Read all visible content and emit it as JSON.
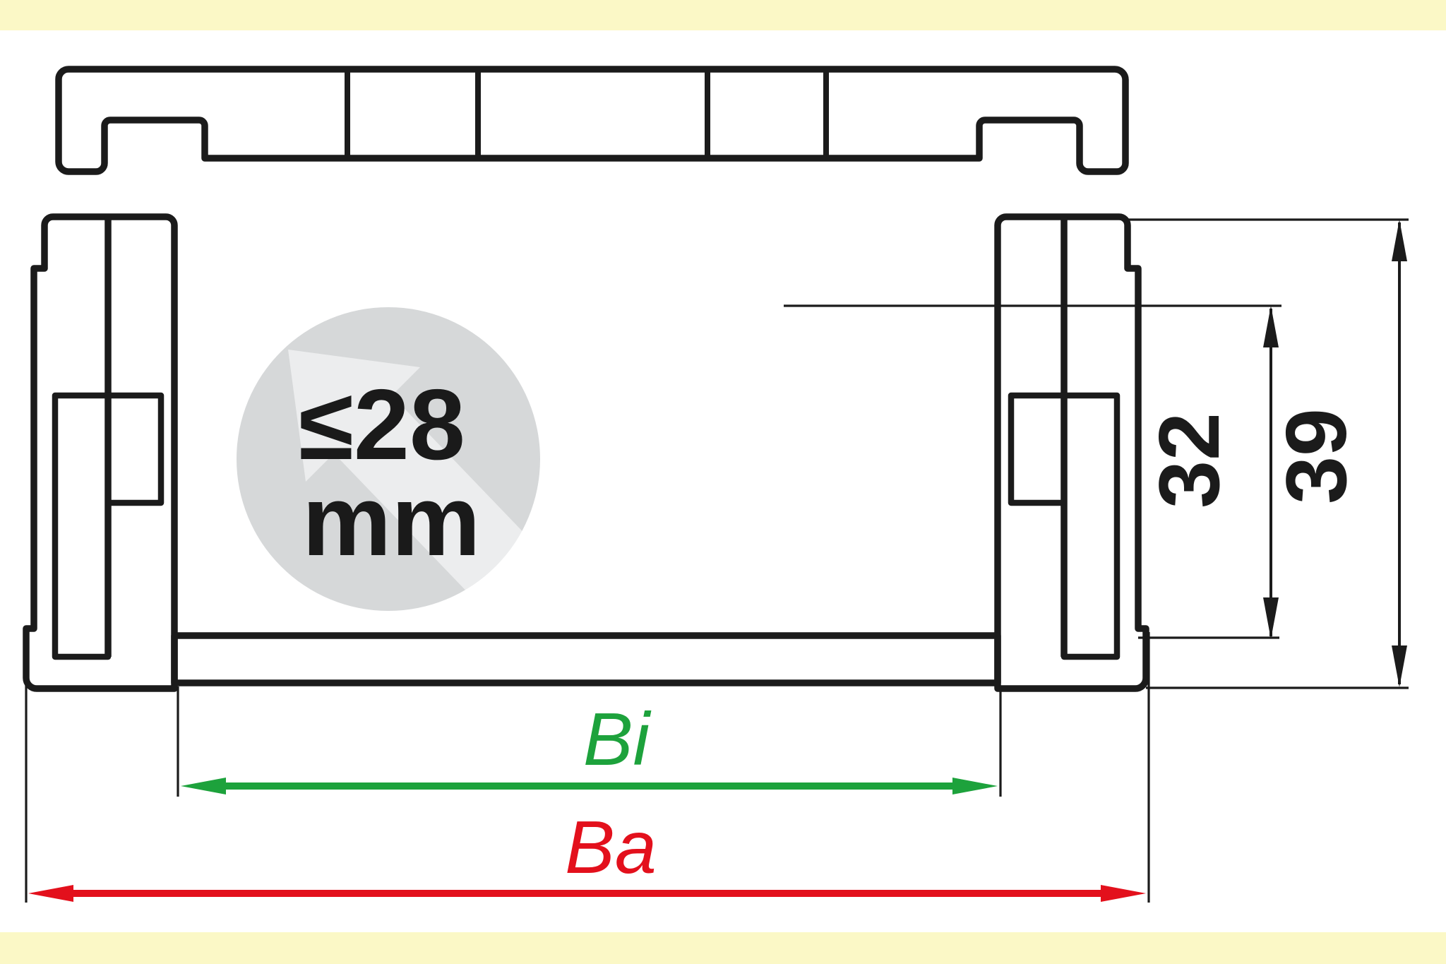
{
  "labels": {
    "watermark_value": "≤28",
    "watermark_unit": "mm",
    "height_inner": "32",
    "height_total": "39",
    "width_inner": "Bi",
    "width_outer": "Ba"
  },
  "colors": {
    "band_yellow": "#FBF8C6",
    "ink": "#1B1B1B",
    "dim_green": "#1DA23C",
    "dim_red": "#E3101C",
    "watermark_circle": "#D6D8D9",
    "watermark_arrow": "rgba(255,255,255,0.55)"
  }
}
